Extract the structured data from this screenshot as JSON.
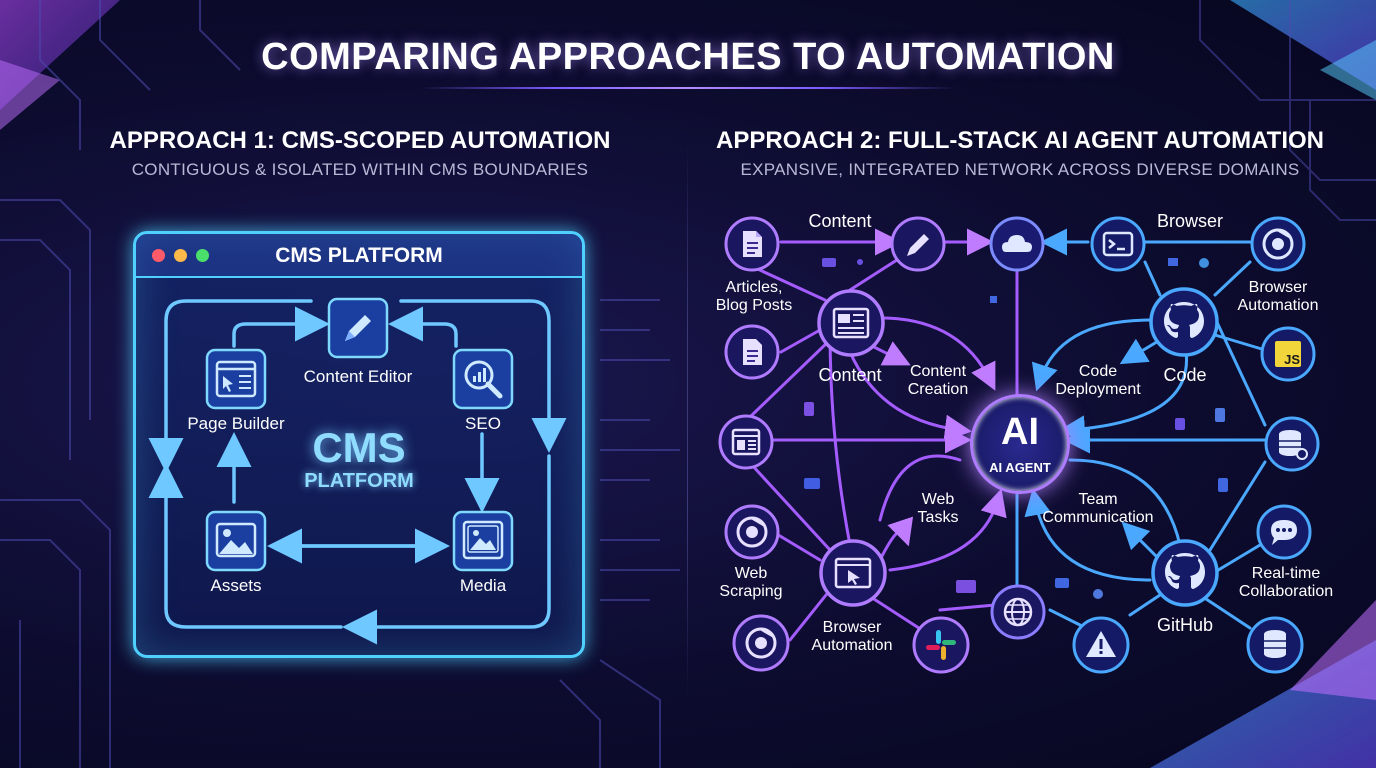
{
  "title": "COMPARING APPROACHES TO AUTOMATION",
  "approach1": {
    "heading": "APPROACH 1: CMS-SCOPED AUTOMATION",
    "subheading": "CONTIGUOUS & ISOLATED WITHIN CMS BOUNDARIES",
    "window_title": "CMS PLATFORM",
    "center_big": "CMS",
    "center_small": "PLATFORM",
    "labels": {
      "content_editor": "Content Editor",
      "page_builder": "Page Builder",
      "seo": "SEO",
      "assets": "Assets",
      "media": "Media"
    }
  },
  "approach2": {
    "heading": "APPROACH 2: FULL-STACK AI AGENT AUTOMATION",
    "subheading": "EXPANSIVE, INTEGRATED NETWORK ACROSS DIVERSE DOMAINS",
    "ai_big": "AI",
    "ai_small": "AI AGENT",
    "labels": {
      "content_top": "Content",
      "browser_top": "Browser",
      "articles_1": "Articles,",
      "articles_2": "Blog Posts",
      "browser_automation_r1": "Browser",
      "browser_automation_r2": "Automation",
      "content_mid": "Content",
      "content_creation_1": "Content",
      "content_creation_2": "Creation",
      "code_deployment_1": "Code",
      "code_deployment_2": "Deployment",
      "code": "Code",
      "web_tasks_1": "Web",
      "web_tasks_2": "Tasks",
      "team_comm_1": "Team",
      "team_comm_2": "Communication",
      "web_scraping_1": "Web",
      "web_scraping_2": "Scraping",
      "realtime_1": "Real-time",
      "realtime_2": "Collaboration",
      "browser_automation_b1": "Browser",
      "browser_automation_b2": "Automation",
      "github": "GitHub",
      "js_badge": "JS"
    }
  },
  "colors": {
    "cms_accent": "#4fd0ff",
    "network_accent": "#b07cff",
    "network_blue": "#4aa8ff"
  }
}
